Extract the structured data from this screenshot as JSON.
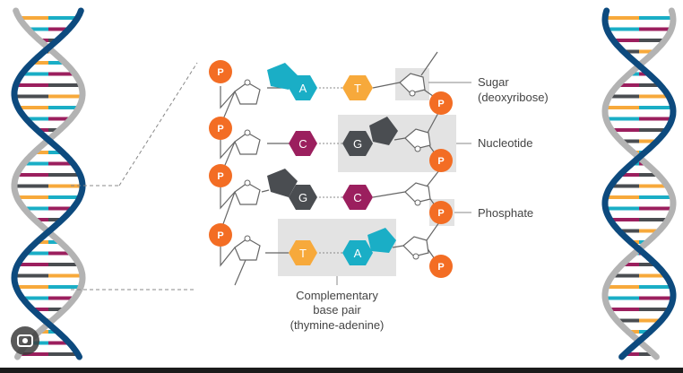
{
  "labels": {
    "sugar": "Sugar",
    "sugar_sub": "(deoxyribose)",
    "nucleotide": "Nucleotide",
    "phosphate": "Phosphate",
    "pair_1": "Complementary",
    "pair_2": "base pair",
    "pair_3": "(thymine-adenine)"
  },
  "phosphate_letter": "P",
  "rows": [
    {
      "left": "A",
      "right": "T"
    },
    {
      "left": "C",
      "right": "G"
    },
    {
      "left": "G",
      "right": "C"
    },
    {
      "left": "T",
      "right": "A"
    }
  ],
  "colors": {
    "adenine": "#1aaec6",
    "thymine": "#f7a93b",
    "cytosine": "#9b1f5e",
    "guanine": "#4a4d51",
    "phosphate": "#f36d24",
    "backbone_blue": "#0d4a7e",
    "backbone_gray": "#b3b3b3",
    "highlight": "#e3e3e3"
  },
  "icons": [
    "image-search-icon"
  ]
}
